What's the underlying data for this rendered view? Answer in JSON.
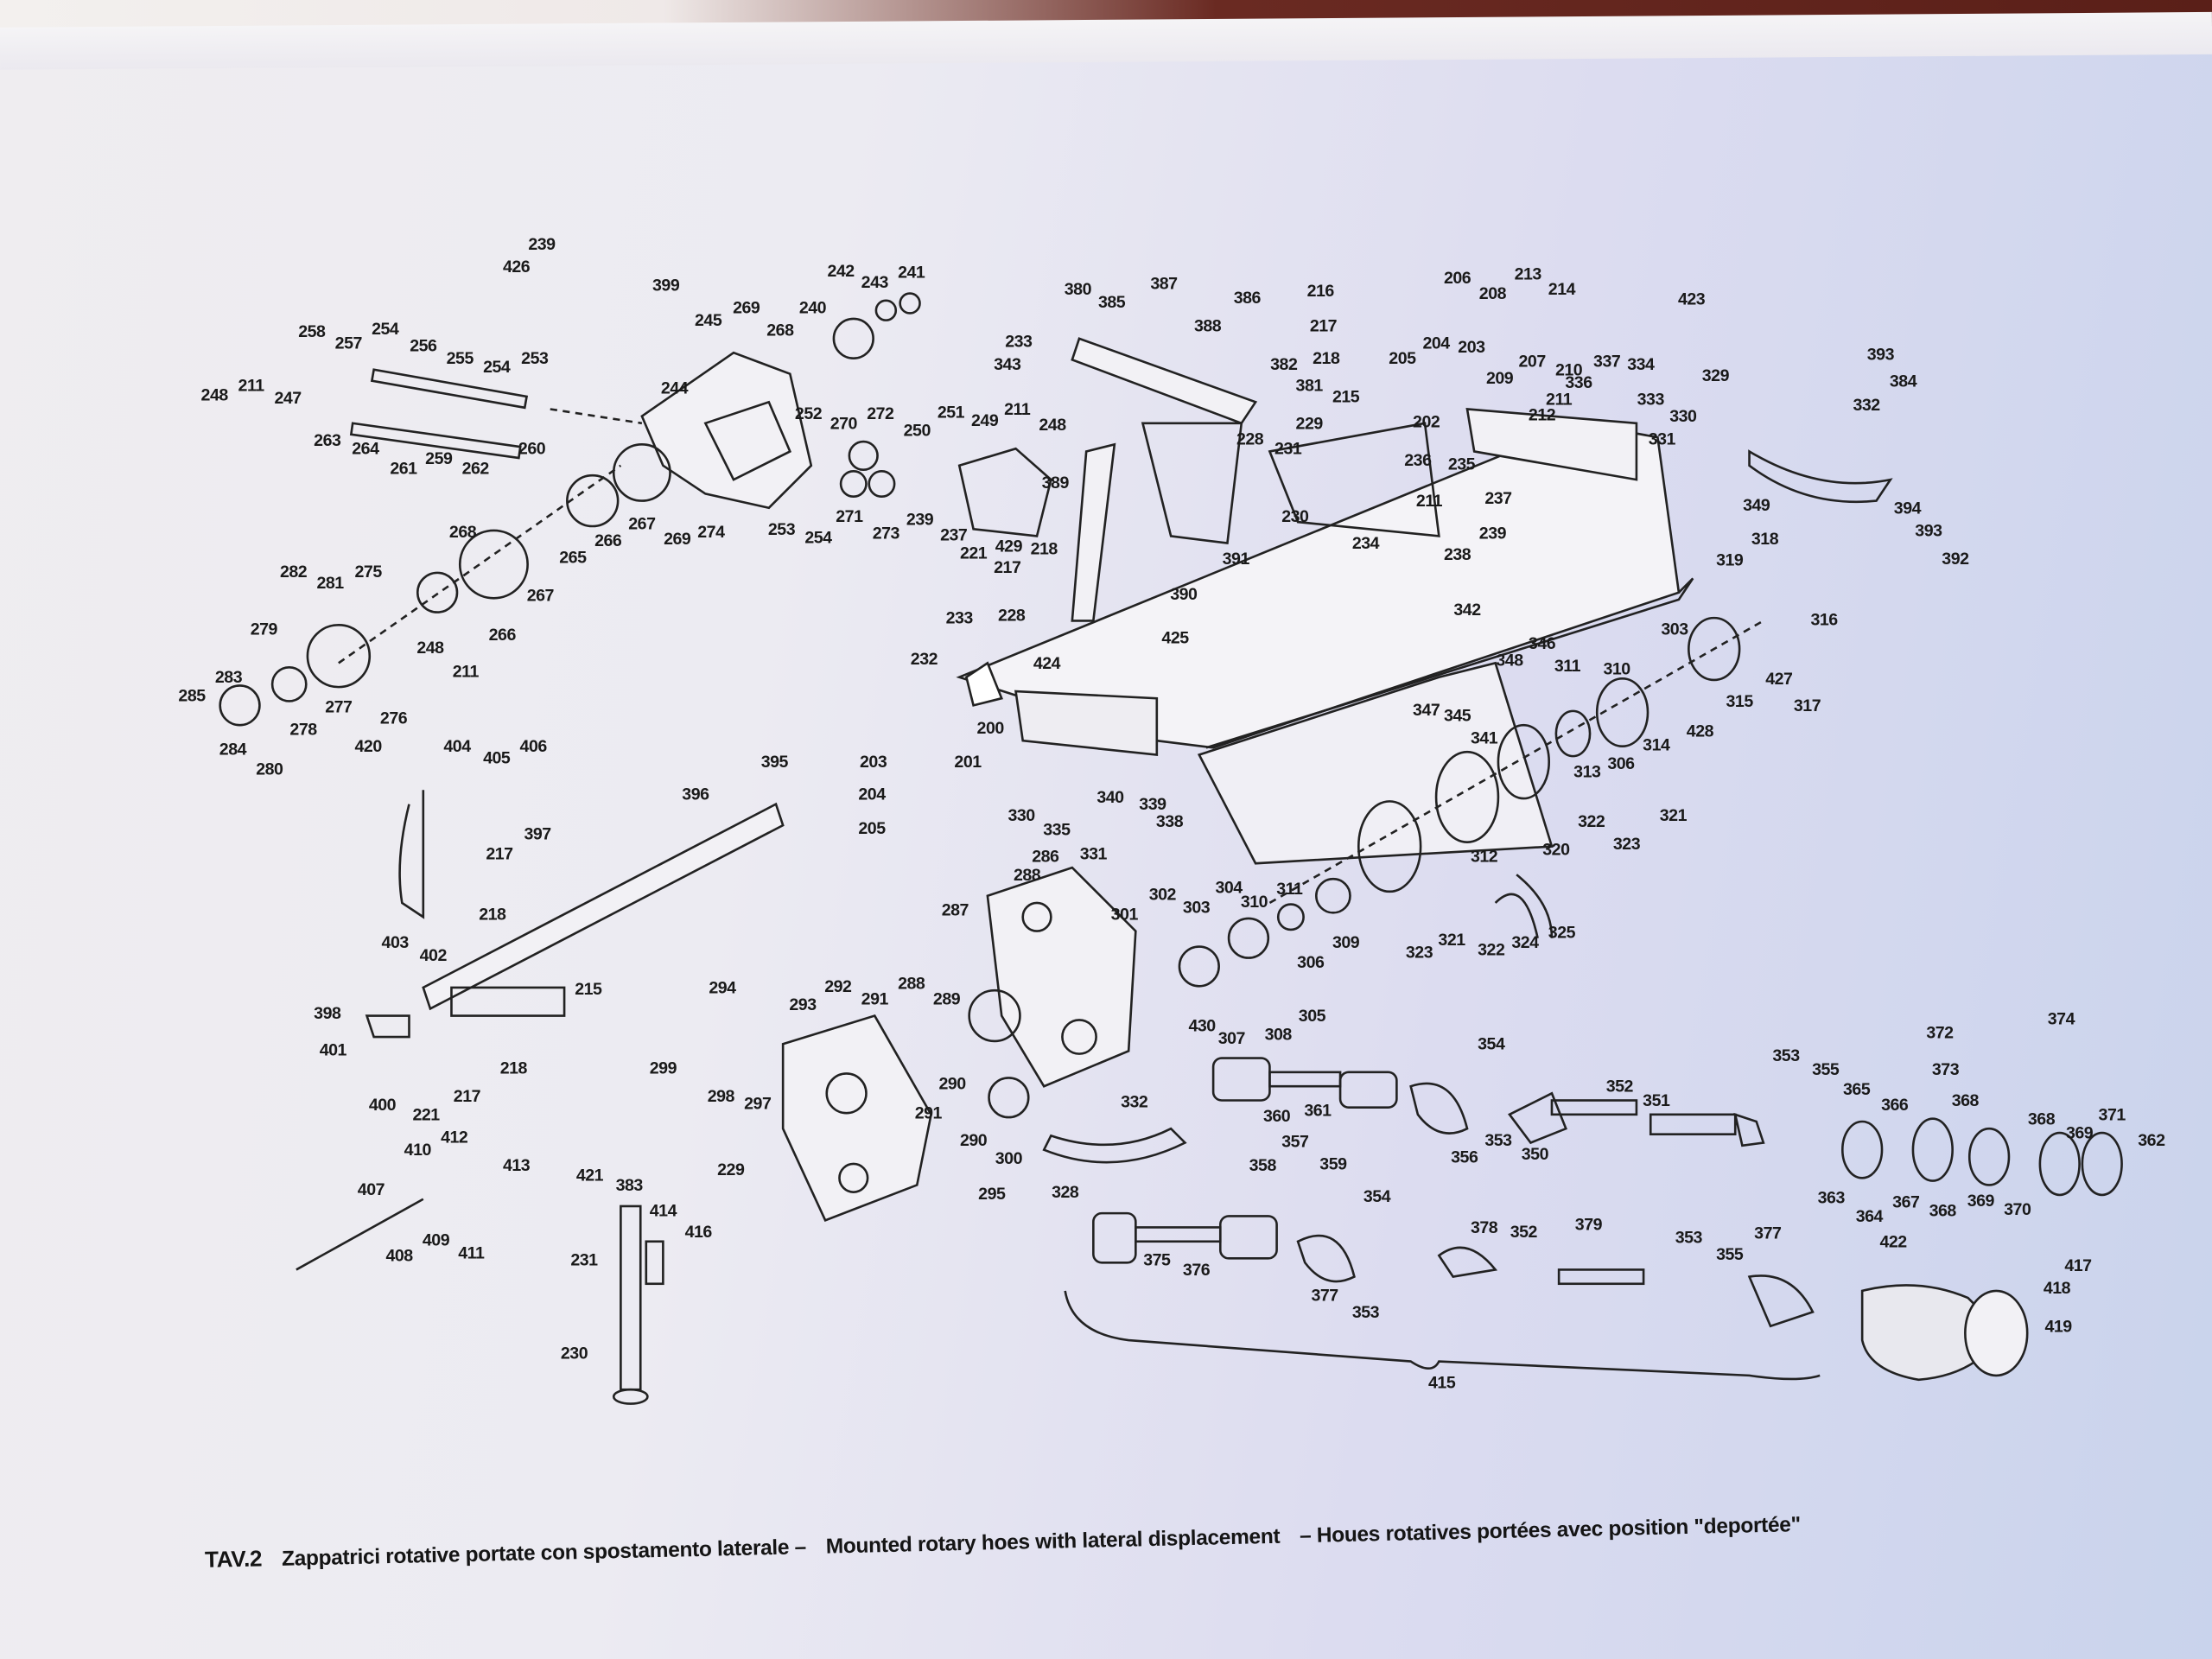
{
  "caption": {
    "plate": "TAV.2",
    "italian": "Zappatrici rotative portate con spostamento laterale –",
    "english": "Mounted rotary hoes with lateral displacement",
    "french": "– Houes rotatives portées avec position \"deportée\""
  },
  "part_labels": [
    "239",
    "426",
    "399",
    "242",
    "243",
    "241",
    "245",
    "269",
    "268",
    "240",
    "258",
    "257",
    "254",
    "256",
    "255",
    "254",
    "253",
    "248",
    "211",
    "247",
    "244",
    "263",
    "264",
    "261",
    "259",
    "262",
    "260",
    "252",
    "270",
    "272",
    "250",
    "251",
    "249",
    "211",
    "248",
    "389",
    "380",
    "385",
    "387",
    "386",
    "388",
    "233",
    "343",
    "274",
    "253",
    "254",
    "271",
    "273",
    "239",
    "237",
    "429",
    "218",
    "221",
    "217",
    "268",
    "266",
    "267",
    "269",
    "265",
    "267",
    "266",
    "282",
    "281",
    "275",
    "248",
    "211",
    "279",
    "283",
    "285",
    "284",
    "280",
    "278",
    "277",
    "276",
    "420",
    "216",
    "217",
    "218",
    "205",
    "204",
    "203",
    "206",
    "208",
    "213",
    "214",
    "423",
    "207",
    "209",
    "210",
    "336",
    "337",
    "334",
    "211",
    "212",
    "333",
    "330",
    "331",
    "329",
    "382",
    "381",
    "215",
    "229",
    "202",
    "228",
    "231",
    "236",
    "235",
    "211",
    "237",
    "230",
    "234",
    "239",
    "238",
    "391",
    "390",
    "425",
    "393",
    "384",
    "332",
    "349",
    "394",
    "393",
    "392",
    "319",
    "318",
    "316",
    "303",
    "427",
    "317",
    "315",
    "428",
    "314",
    "306",
    "313",
    "310",
    "311",
    "346",
    "348",
    "342",
    "347",
    "345",
    "341",
    "233",
    "228",
    "424",
    "232",
    "200",
    "201",
    "330",
    "335",
    "340",
    "331",
    "339",
    "338",
    "312",
    "320",
    "322",
    "323",
    "321",
    "404",
    "405",
    "406",
    "395",
    "203",
    "204",
    "205",
    "396",
    "397",
    "217",
    "218",
    "403",
    "402",
    "215",
    "288",
    "286",
    "287",
    "301",
    "302",
    "303",
    "304",
    "310",
    "311",
    "309",
    "306",
    "305",
    "308",
    "307",
    "430",
    "323",
    "321",
    "322",
    "324",
    "325",
    "294",
    "293",
    "292",
    "291",
    "288",
    "289",
    "290",
    "299",
    "298",
    "297",
    "291",
    "290",
    "300",
    "295",
    "398",
    "401",
    "400",
    "221",
    "217",
    "218",
    "332",
    "328",
    "354",
    "360",
    "361",
    "356",
    "353",
    "350",
    "352",
    "351",
    "353",
    "355",
    "365",
    "366",
    "368",
    "363",
    "364",
    "367",
    "368",
    "369",
    "370",
    "368",
    "369",
    "371",
    "362",
    "372",
    "374",
    "373",
    "421",
    "383",
    "414",
    "416",
    "229",
    "231",
    "230",
    "410",
    "412",
    "413",
    "407",
    "408",
    "409",
    "411",
    "358",
    "357",
    "359",
    "354",
    "375",
    "376",
    "377",
    "353",
    "378",
    "352",
    "379",
    "353",
    "355",
    "377",
    "422",
    "417",
    "418",
    "419",
    "415"
  ],
  "colors": {
    "ink": "#1a1a1a",
    "paper": "#ecebf2"
  }
}
